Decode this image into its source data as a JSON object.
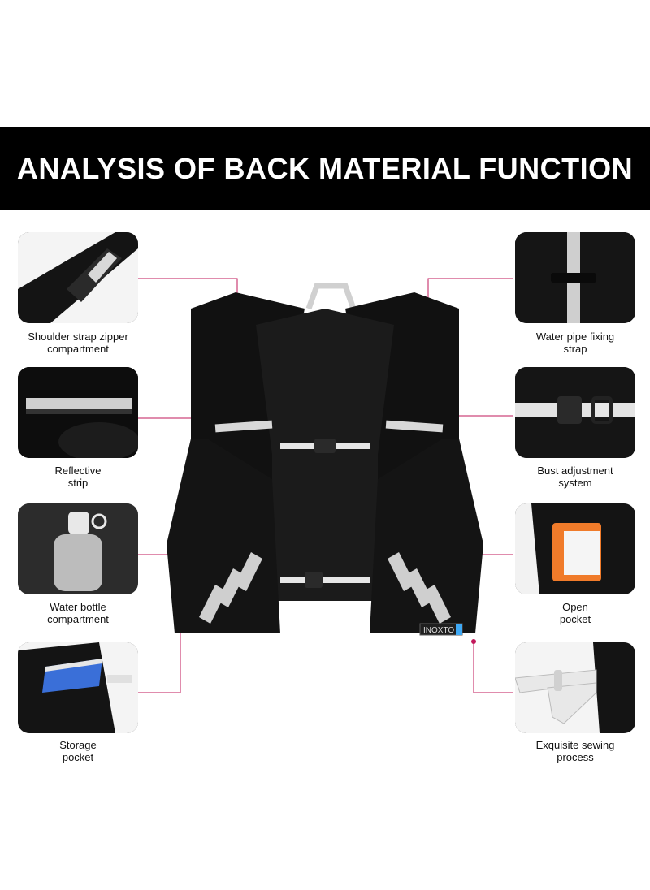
{
  "header": {
    "title": "ANALYSIS OF BACK MATERIAL FUNCTION"
  },
  "brand": {
    "logo_text": "INOXTO"
  },
  "colors": {
    "banner": "#000000",
    "accent": "#c2185b",
    "text": "#111111"
  },
  "features": {
    "left": [
      {
        "line1": "Shoulder strap zipper",
        "line2": "compartment"
      },
      {
        "line1": "Reflective",
        "line2": "strip"
      },
      {
        "line1": "Water bottle",
        "line2": "compartment"
      },
      {
        "line1": "Storage",
        "line2": "pocket"
      }
    ],
    "right": [
      {
        "line1": "Water pipe fixing",
        "line2": "strap"
      },
      {
        "line1": "Bust adjustment",
        "line2": "system"
      },
      {
        "line1": "Open",
        "line2": "pocket"
      },
      {
        "line1": "Exquisite sewing",
        "line2": "process"
      }
    ]
  }
}
